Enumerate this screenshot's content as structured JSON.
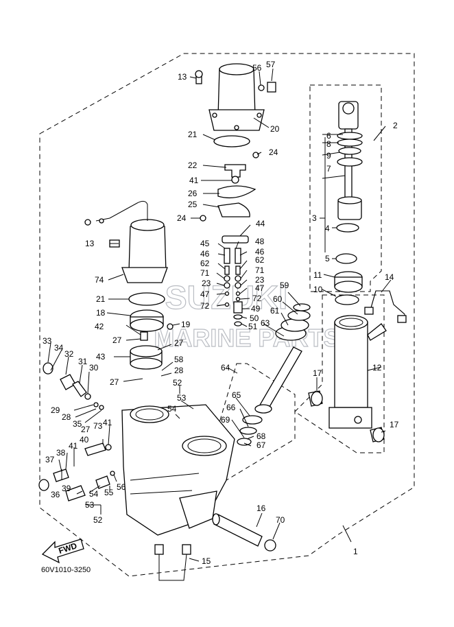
{
  "diagram_code": "60V1010-3250",
  "fwd_label": "FWD",
  "watermark": {
    "line1": "SUZUKI",
    "line2": "MARINE PARTS"
  },
  "callouts": [
    {
      "id": "c1",
      "text": "1"
    },
    {
      "id": "c2",
      "text": "2"
    },
    {
      "id": "c3",
      "text": "3"
    },
    {
      "id": "c4",
      "text": "4"
    },
    {
      "id": "c5",
      "text": "5"
    },
    {
      "id": "c6",
      "text": "6"
    },
    {
      "id": "c7",
      "text": "7"
    },
    {
      "id": "c8",
      "text": "8"
    },
    {
      "id": "c9",
      "text": "9"
    },
    {
      "id": "c10",
      "text": "10"
    },
    {
      "id": "c11",
      "text": "11"
    },
    {
      "id": "c12",
      "text": "12"
    },
    {
      "id": "c13a",
      "text": "13"
    },
    {
      "id": "c13b",
      "text": "13"
    },
    {
      "id": "c14",
      "text": "14"
    },
    {
      "id": "c15",
      "text": "15"
    },
    {
      "id": "c16",
      "text": "16"
    },
    {
      "id": "c17a",
      "text": "17"
    },
    {
      "id": "c17b",
      "text": "17"
    },
    {
      "id": "c18",
      "text": "18"
    },
    {
      "id": "c19",
      "text": "19"
    },
    {
      "id": "c20",
      "text": "20"
    },
    {
      "id": "c21a",
      "text": "21"
    },
    {
      "id": "c21b",
      "text": "21"
    },
    {
      "id": "c22",
      "text": "22"
    },
    {
      "id": "c23a",
      "text": "23"
    },
    {
      "id": "c23b",
      "text": "23"
    },
    {
      "id": "c24a",
      "text": "24"
    },
    {
      "id": "c24b",
      "text": "24"
    },
    {
      "id": "c25",
      "text": "25"
    },
    {
      "id": "c26",
      "text": "26"
    },
    {
      "id": "c27a",
      "text": "27"
    },
    {
      "id": "c27b",
      "text": "27"
    },
    {
      "id": "c27c",
      "text": "27"
    },
    {
      "id": "c27d",
      "text": "27"
    },
    {
      "id": "c28a",
      "text": "28"
    },
    {
      "id": "c28b",
      "text": "28"
    },
    {
      "id": "c29",
      "text": "29"
    },
    {
      "id": "c30",
      "text": "30"
    },
    {
      "id": "c31",
      "text": "31"
    },
    {
      "id": "c32",
      "text": "32"
    },
    {
      "id": "c33",
      "text": "33"
    },
    {
      "id": "c34",
      "text": "34"
    },
    {
      "id": "c35",
      "text": "35"
    },
    {
      "id": "c36",
      "text": "36"
    },
    {
      "id": "c37",
      "text": "37"
    },
    {
      "id": "c38",
      "text": "38"
    },
    {
      "id": "c39",
      "text": "39"
    },
    {
      "id": "c40",
      "text": "40"
    },
    {
      "id": "c41a",
      "text": "41"
    },
    {
      "id": "c41b",
      "text": "41"
    },
    {
      "id": "c41c",
      "text": "41"
    },
    {
      "id": "c42",
      "text": "42"
    },
    {
      "id": "c43",
      "text": "43"
    },
    {
      "id": "c44",
      "text": "44"
    },
    {
      "id": "c45",
      "text": "45"
    },
    {
      "id": "c46a",
      "text": "46"
    },
    {
      "id": "c46b",
      "text": "46"
    },
    {
      "id": "c47a",
      "text": "47"
    },
    {
      "id": "c47b",
      "text": "47"
    },
    {
      "id": "c48",
      "text": "48"
    },
    {
      "id": "c49",
      "text": "49"
    },
    {
      "id": "c50",
      "text": "50"
    },
    {
      "id": "c51",
      "text": "51"
    },
    {
      "id": "c52a",
      "text": "52"
    },
    {
      "id": "c52b",
      "text": "52"
    },
    {
      "id": "c53a",
      "text": "53"
    },
    {
      "id": "c53b",
      "text": "53"
    },
    {
      "id": "c54a",
      "text": "54"
    },
    {
      "id": "c54b",
      "text": "54"
    },
    {
      "id": "c55",
      "text": "55"
    },
    {
      "id": "c56a",
      "text": "56"
    },
    {
      "id": "c56b",
      "text": "56"
    },
    {
      "id": "c57",
      "text": "57"
    },
    {
      "id": "c58",
      "text": "58"
    },
    {
      "id": "c59",
      "text": "59"
    },
    {
      "id": "c60",
      "text": "60"
    },
    {
      "id": "c61",
      "text": "61"
    },
    {
      "id": "c62a",
      "text": "62"
    },
    {
      "id": "c62b",
      "text": "62"
    },
    {
      "id": "c63",
      "text": "63"
    },
    {
      "id": "c64",
      "text": "64"
    },
    {
      "id": "c65",
      "text": "65"
    },
    {
      "id": "c66",
      "text": "66"
    },
    {
      "id": "c67",
      "text": "67"
    },
    {
      "id": "c68",
      "text": "68"
    },
    {
      "id": "c69",
      "text": "69"
    },
    {
      "id": "c70",
      "text": "70"
    },
    {
      "id": "c71a",
      "text": "71"
    },
    {
      "id": "c71b",
      "text": "71"
    },
    {
      "id": "c72a",
      "text": "72"
    },
    {
      "id": "c72b",
      "text": "72"
    },
    {
      "id": "c73",
      "text": "73"
    },
    {
      "id": "c74",
      "text": "74"
    }
  ]
}
